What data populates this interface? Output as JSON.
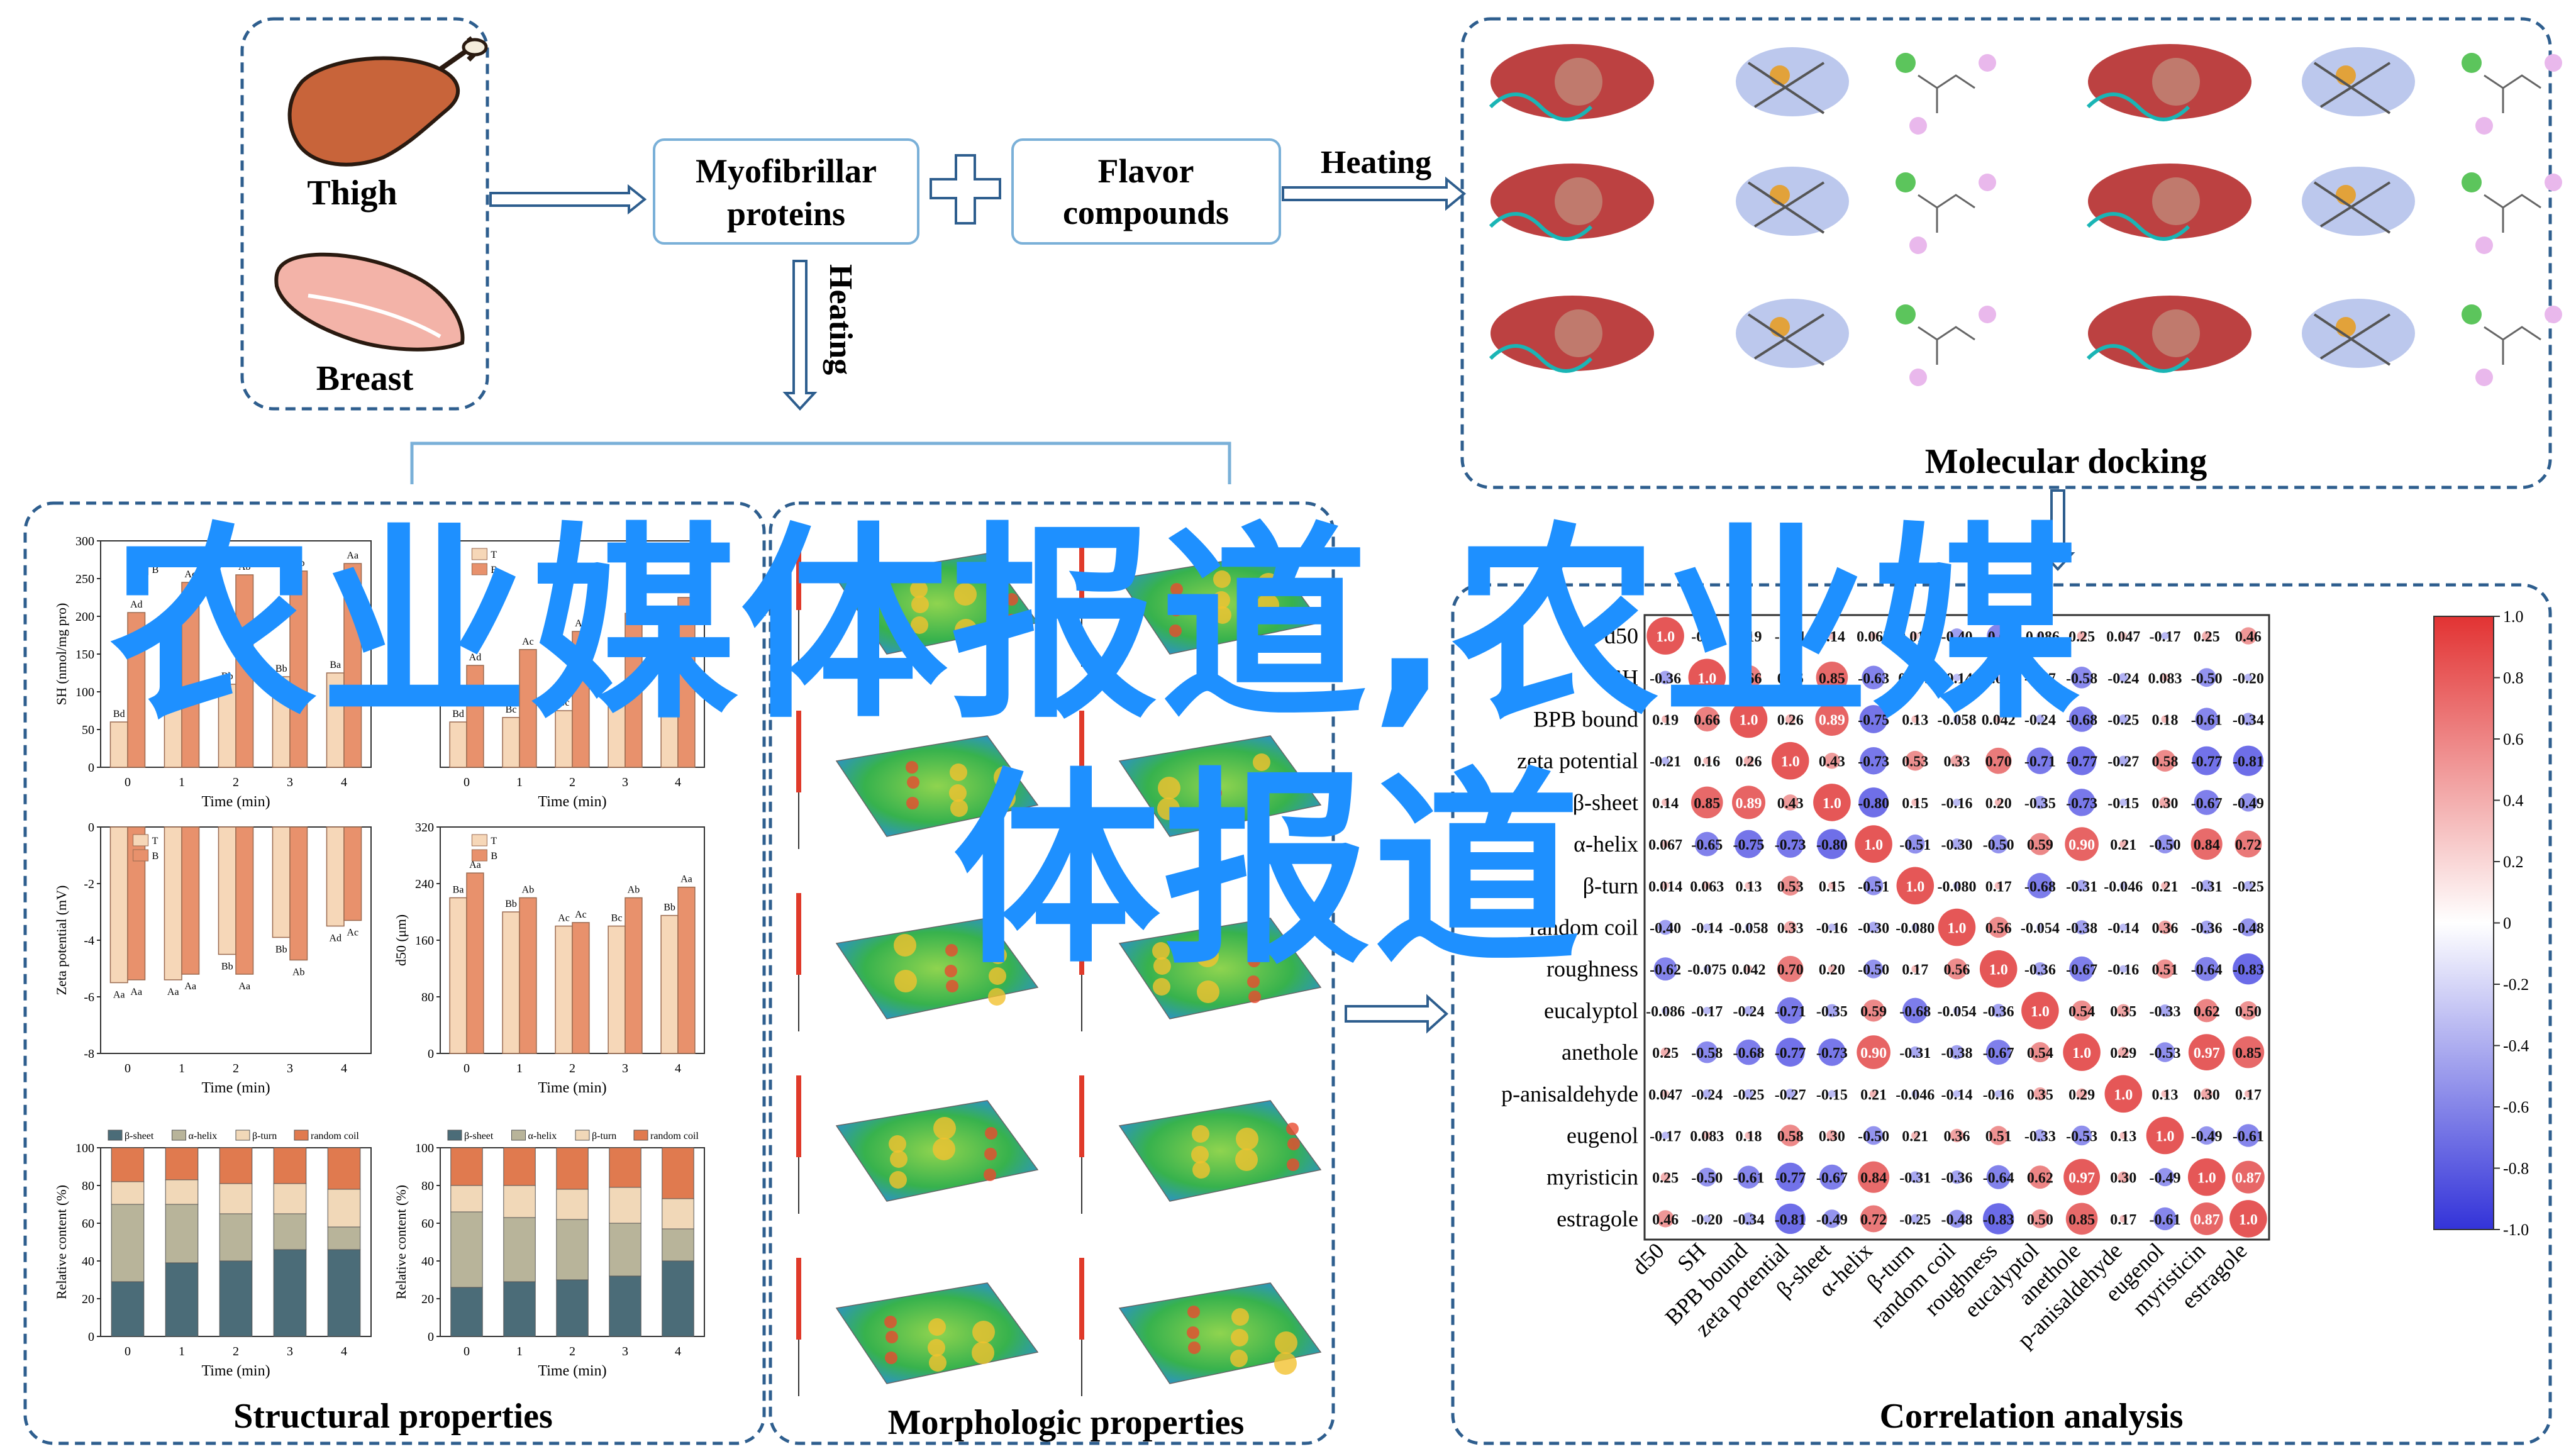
{
  "meat": {
    "thigh_label": "Thigh",
    "breast_label": "Breast"
  },
  "flow": {
    "myofibrillar_line1": "Myofibrillar",
    "myofibrillar_line2": "proteins",
    "flavor_line1": "Flavor",
    "flavor_line2": "compounds",
    "heating_right": "Heating",
    "heating_down": "Heating"
  },
  "panels": {
    "docking_title": "Molecular docking",
    "structural_title": "Structural properties",
    "morphologic_title": "Morphologic properties",
    "correlation_title": "Correlation analysis"
  },
  "watermark": {
    "line1": "农业媒体报道,农业媒",
    "line2": "体报道"
  },
  "colors": {
    "dashed_border": "#2e5e8e",
    "bar_T": "#f6d7b8",
    "bar_B": "#e8916c",
    "beta_sheet": "#4b6c78",
    "alpha_helix": "#b8b49a",
    "beta_turn": "#f1d8b8",
    "random_coil": "#e07a4f",
    "corr_pos": "#e03a3a",
    "corr_neg": "#3a3ae0",
    "watermark": "#1e90ff"
  },
  "chart_data": [
    {
      "type": "bar",
      "ylabel": "SH (nmol/mg pro)",
      "xlabel": "Time (min)",
      "categories": [
        "0",
        "1",
        "2",
        "3",
        "4"
      ],
      "ylim": [
        0,
        300
      ],
      "yticks": [
        "0",
        "50",
        "100",
        "150",
        "200",
        "250",
        "300"
      ],
      "series": [
        {
          "name": "T",
          "values": [
            60,
            95,
            110,
            120,
            125
          ]
        },
        {
          "name": "B",
          "values": [
            205,
            245,
            255,
            260,
            270
          ]
        }
      ],
      "labels_T": [
        "Bd",
        "Bc",
        "Bb",
        "Bb",
        "Ba"
      ],
      "labels_B": [
        "Ad",
        "Ac",
        "Ab",
        "Ab",
        "Aa"
      ]
    },
    {
      "type": "bar",
      "ylabel": "",
      "xlabel": "Time (min)",
      "categories": [
        "0",
        "1",
        "2",
        "3",
        "4"
      ],
      "ylim": [
        0,
        100
      ],
      "series": [
        {
          "name": "T",
          "values": [
            20,
            22,
            25,
            28,
            30
          ]
        },
        {
          "name": "B",
          "values": [
            45,
            52,
            60,
            68,
            75
          ]
        }
      ],
      "labels_T": [
        "Bd",
        "Bc",
        "Bc",
        "Bb",
        "Ba"
      ],
      "labels_B": [
        "Ad",
        "Ac",
        "Ac",
        "Ab",
        "Aa"
      ]
    },
    {
      "type": "bar",
      "ylabel": "Zeta potential (mV)",
      "xlabel": "Time (min)",
      "categories": [
        "0",
        "1",
        "2",
        "3",
        "4"
      ],
      "ylim": [
        -8,
        0
      ],
      "yticks": [
        "-8",
        "-6",
        "-4",
        "-2",
        "0"
      ],
      "series": [
        {
          "name": "T",
          "values": [
            -5.5,
            -5.4,
            -4.5,
            -3.9,
            -3.5
          ]
        },
        {
          "name": "B",
          "values": [
            -5.4,
            -5.2,
            -5.2,
            -4.7,
            -3.3
          ]
        }
      ],
      "labels_T": [
        "Aa",
        "Aa",
        "Bb",
        "Bb",
        "Ad"
      ],
      "labels_B": [
        "Aa",
        "Aa",
        "Aa",
        "Ab",
        "Ac"
      ]
    },
    {
      "type": "bar",
      "ylabel": "d50 (μm)",
      "xlabel": "Time (min)",
      "categories": [
        "0",
        "1",
        "2",
        "3",
        "4"
      ],
      "ylim": [
        0,
        320
      ],
      "yticks": [
        "0",
        "80",
        "160",
        "240",
        "320"
      ],
      "series": [
        {
          "name": "T",
          "values": [
            220,
            200,
            180,
            180,
            195
          ]
        },
        {
          "name": "B",
          "values": [
            255,
            220,
            185,
            220,
            235
          ]
        }
      ],
      "labels_T": [
        "Ba",
        "Bb",
        "Ac",
        "Bc",
        "Bb"
      ],
      "labels_B": [
        "Aa",
        "Ab",
        "Ac",
        "Ab",
        "Aa"
      ]
    },
    {
      "type": "bar",
      "stacked": true,
      "ylabel": "Relative content (%)",
      "xlabel": "Time (min)",
      "categories": [
        "0",
        "1",
        "2",
        "3",
        "4"
      ],
      "ylim": [
        0,
        100
      ],
      "yticks": [
        "0",
        "20",
        "40",
        "60",
        "80",
        "100"
      ],
      "series": [
        {
          "name": "β-sheet",
          "values": [
            29,
            39,
            40,
            46,
            46
          ]
        },
        {
          "name": "α-helix",
          "values": [
            41,
            31,
            25,
            19,
            12
          ]
        },
        {
          "name": "β-turn",
          "values": [
            12,
            13,
            16,
            16,
            20
          ]
        },
        {
          "name": "random coil",
          "values": [
            18,
            17,
            19,
            19,
            22
          ]
        }
      ]
    },
    {
      "type": "bar",
      "stacked": true,
      "ylabel": "Relative content (%)",
      "xlabel": "Time (min)",
      "categories": [
        "0",
        "1",
        "2",
        "3",
        "4"
      ],
      "ylim": [
        0,
        100
      ],
      "yticks": [
        "0",
        "20",
        "40",
        "60",
        "80",
        "100"
      ],
      "series": [
        {
          "name": "β-sheet",
          "values": [
            26,
            29,
            30,
            32,
            40
          ]
        },
        {
          "name": "α-helix",
          "values": [
            40,
            34,
            32,
            28,
            17
          ]
        },
        {
          "name": "β-turn",
          "values": [
            14,
            17,
            16,
            19,
            16
          ]
        },
        {
          "name": "random coil",
          "values": [
            20,
            20,
            22,
            21,
            27
          ]
        }
      ]
    },
    {
      "type": "heatmap",
      "variables": [
        "d50",
        "SH",
        "BPB bound",
        "zeta potential",
        "β-sheet",
        "α-helix",
        "β-turn",
        "random coil",
        "roughness",
        "eucalyptol",
        "anethole",
        "p-anisaldehyde",
        "eugenol",
        "myristicin",
        "estragole"
      ],
      "colorbar_ticks": [
        "1.0",
        "0.8",
        "0.6",
        "0.4",
        "0.2",
        "0",
        "-0.2",
        "-0.4",
        "-0.6",
        "-0.8",
        "-1.0"
      ],
      "matrix_labels": [
        [
          "1.0",
          "-0.36",
          "0.19",
          "-0.21",
          "0.14",
          "0.067",
          "0.014",
          "-0.40",
          "-0.62",
          "-0.086",
          "0.25",
          "0.047",
          "-0.17",
          "0.25",
          "0.46"
        ],
        [
          "-0.36",
          "1.0",
          "0.66",
          "0.16",
          "0.85",
          "-0.63",
          "0.063",
          "-0.14",
          "-0.075",
          "-0.17",
          "-0.58",
          "-0.24",
          "0.083",
          "-0.50",
          "-0.20"
        ],
        [
          "0.19",
          "0.66",
          "1.0",
          "0.26",
          "0.89",
          "-0.75",
          "0.13",
          "-0.058",
          "0.042",
          "-0.24",
          "-0.68",
          "-0.25",
          "0.18",
          "-0.61",
          "-0.34"
        ],
        [
          "-0.21",
          "0.16",
          "0.26",
          "1.0",
          "0.43",
          "-0.73",
          "0.53",
          "0.33",
          "0.70",
          "-0.71",
          "-0.77",
          "-0.27",
          "0.58",
          "-0.77",
          "-0.81"
        ],
        [
          "0.14",
          "0.85",
          "0.89",
          "0.43",
          "1.0",
          "-0.80",
          "0.15",
          "-0.16",
          "0.20",
          "-0.35",
          "-0.73",
          "-0.15",
          "0.30",
          "-0.67",
          "-0.49"
        ],
        [
          "0.067",
          "-0.65",
          "-0.75",
          "-0.73",
          "-0.80",
          "1.0",
          "-0.51",
          "-0.30",
          "-0.50",
          "0.59",
          "0.90",
          "0.21",
          "-0.50",
          "0.84",
          "0.72"
        ],
        [
          "0.014",
          "0.063",
          "0.13",
          "0.53",
          "0.15",
          "-0.51",
          "1.0",
          "-0.080",
          "0.17",
          "-0.68",
          "-0.31",
          "-0.046",
          "0.21",
          "-0.31",
          "-0.25"
        ],
        [
          "-0.40",
          "-0.14",
          "-0.058",
          "0.33",
          "-0.16",
          "-0.30",
          "-0.080",
          "1.0",
          "0.56",
          "-0.054",
          "-0.38",
          "-0.14",
          "0.36",
          "-0.36",
          "-0.48"
        ],
        [
          "-0.62",
          "-0.075",
          "0.042",
          "0.70",
          "0.20",
          "-0.50",
          "0.17",
          "0.56",
          "1.0",
          "-0.36",
          "-0.67",
          "-0.16",
          "0.51",
          "-0.64",
          "-0.83"
        ],
        [
          "-0.086",
          "-0.17",
          "-0.24",
          "-0.71",
          "-0.35",
          "0.59",
          "-0.68",
          "-0.054",
          "-0.36",
          "1.0",
          "0.54",
          "0.35",
          "-0.33",
          "0.62",
          "0.50"
        ],
        [
          "0.25",
          "-0.58",
          "-0.68",
          "-0.77",
          "-0.73",
          "0.90",
          "-0.31",
          "-0.38",
          "-0.67",
          "0.54",
          "1.0",
          "0.29",
          "-0.53",
          "0.97",
          "0.85"
        ],
        [
          "0.047",
          "-0.24",
          "-0.25",
          "-0.27",
          "-0.15",
          "0.21",
          "-0.046",
          "-0.14",
          "-0.16",
          "0.35",
          "0.29",
          "1.0",
          "0.13",
          "0.30",
          "0.17"
        ],
        [
          "-0.17",
          "0.083",
          "0.18",
          "0.58",
          "0.30",
          "-0.50",
          "0.21",
          "0.36",
          "0.51",
          "-0.33",
          "-0.53",
          "0.13",
          "1.0",
          "-0.49",
          "-0.61"
        ],
        [
          "0.25",
          "-0.50",
          "-0.61",
          "-0.77",
          "-0.67",
          "0.84",
          "-0.31",
          "-0.36",
          "-0.64",
          "0.62",
          "0.97",
          "0.30",
          "-0.49",
          "1.0",
          "0.87"
        ],
        [
          "0.46",
          "-0.20",
          "-0.34",
          "-0.81",
          "-0.49",
          "0.72",
          "-0.25",
          "-0.48",
          "-0.83",
          "0.50",
          "0.85",
          "0.17",
          "-0.61",
          "0.87",
          "1.0"
        ]
      ]
    }
  ]
}
